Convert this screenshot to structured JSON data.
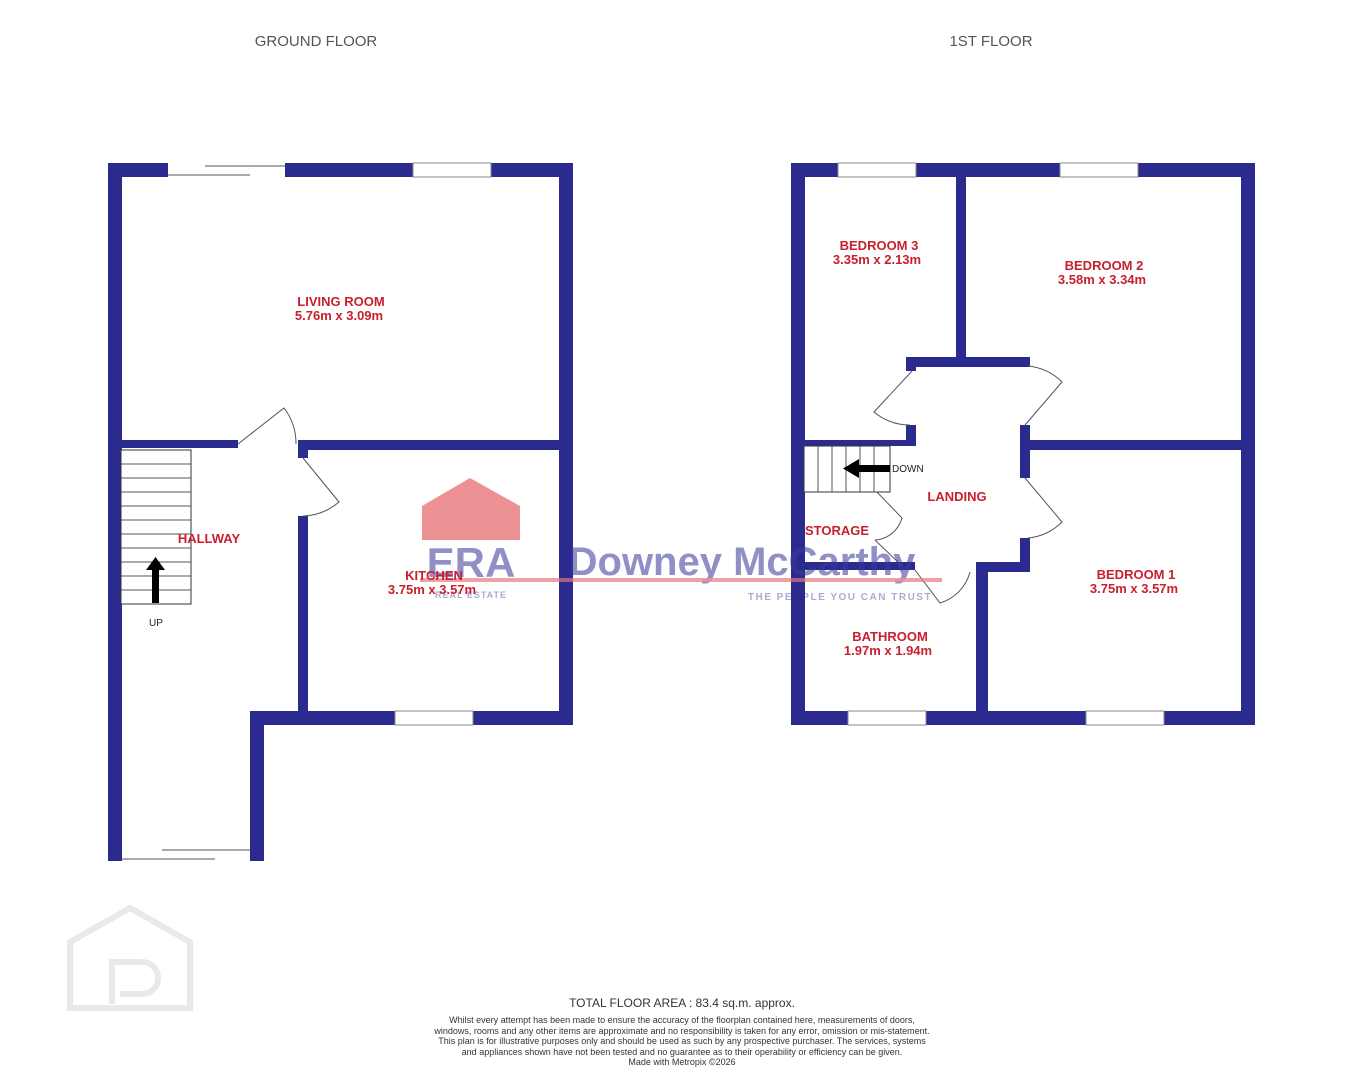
{
  "floors": {
    "ground": "GROUND FLOOR",
    "first": "1ST FLOOR"
  },
  "rooms": {
    "living_room": {
      "name": "LIVING ROOM",
      "dims": "5.76m  x 3.09m"
    },
    "hallway": {
      "name": "HALLWAY"
    },
    "kitchen": {
      "name": "KITCHEN",
      "dims": "3.75m  x 3.57m"
    },
    "bedroom3": {
      "name": "BEDROOM 3",
      "dims": "3.35m  x 2.13m"
    },
    "bedroom2": {
      "name": "BEDROOM 2",
      "dims": "3.58m  x 3.34m"
    },
    "landing": {
      "name": "LANDING"
    },
    "storage": {
      "name": "STORAGE"
    },
    "bathroom": {
      "name": "BATHROOM",
      "dims": "1.97m  x 1.94m"
    },
    "bedroom1": {
      "name": "BEDROOM 1",
      "dims": "3.75m  x 3.57m"
    }
  },
  "stairs": {
    "up": "UP",
    "down": "DOWN"
  },
  "watermark": {
    "brand": "ERA",
    "brand_sub": "REAL ESTATE",
    "company": "Downey McCarthy",
    "tagline": "THE PEOPLE YOU CAN TRUST",
    "logo_color": "#e8767a",
    "brand_color": "#2b2a8e",
    "icon": "property-pal-logo-icon"
  },
  "footer": {
    "total_area": "TOTAL FLOOR AREA : 83.4 sq.m. approx.",
    "disclaimer": "Whilst every attempt has been made to ensure the accuracy of the floorplan contained here, measurements of doors, windows, rooms and any other items are approximate and no responsibility is taken for any error, omission or mis-statement. This plan is for illustrative purposes only and should be used as such by any prospective purchaser. The services, systems and appliances shown have not been tested and no guarantee as to their operability or efficiency can be given.",
    "made_with": "Made with Metropix ©2026"
  },
  "colors": {
    "wall": "#2b2a8e",
    "label": "#c8202e"
  }
}
